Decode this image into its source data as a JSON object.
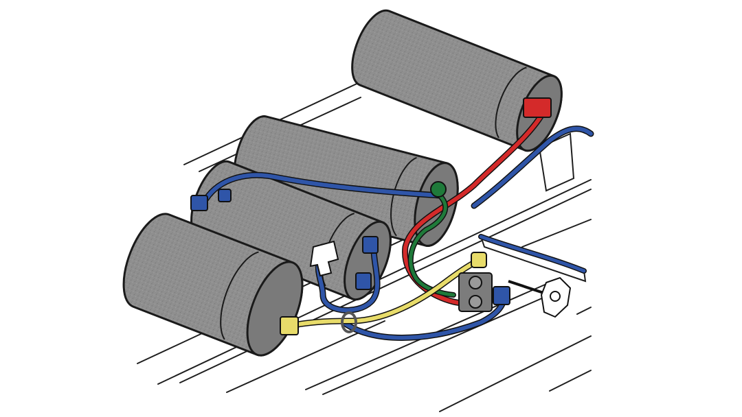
{
  "diagram": {
    "background_color": "#ffffff",
    "tank_color": "#8f8f8f",
    "tank_shade_color": "#7a7a7a",
    "outline_color": "#1a1a1a",
    "line_color": "#1e1e1e",
    "lines": {
      "blue": "#2f55a8",
      "red": "#d42a2a",
      "green": "#1f7a3a",
      "yellow": "#e8dc6a"
    },
    "tanks": [
      {
        "id": "tank-rear-top",
        "fitting_color": "#d42a2a"
      },
      {
        "id": "tank-middle",
        "fitting_color": "#1f7a3a"
      },
      {
        "id": "tank-front-right",
        "fitting_color": "#2f55a8"
      },
      {
        "id": "tank-front-left",
        "fitting_color": "#e8dc6a"
      }
    ],
    "components": [
      "valve-block",
      "tee-fitting",
      "inlet-coupling"
    ]
  }
}
